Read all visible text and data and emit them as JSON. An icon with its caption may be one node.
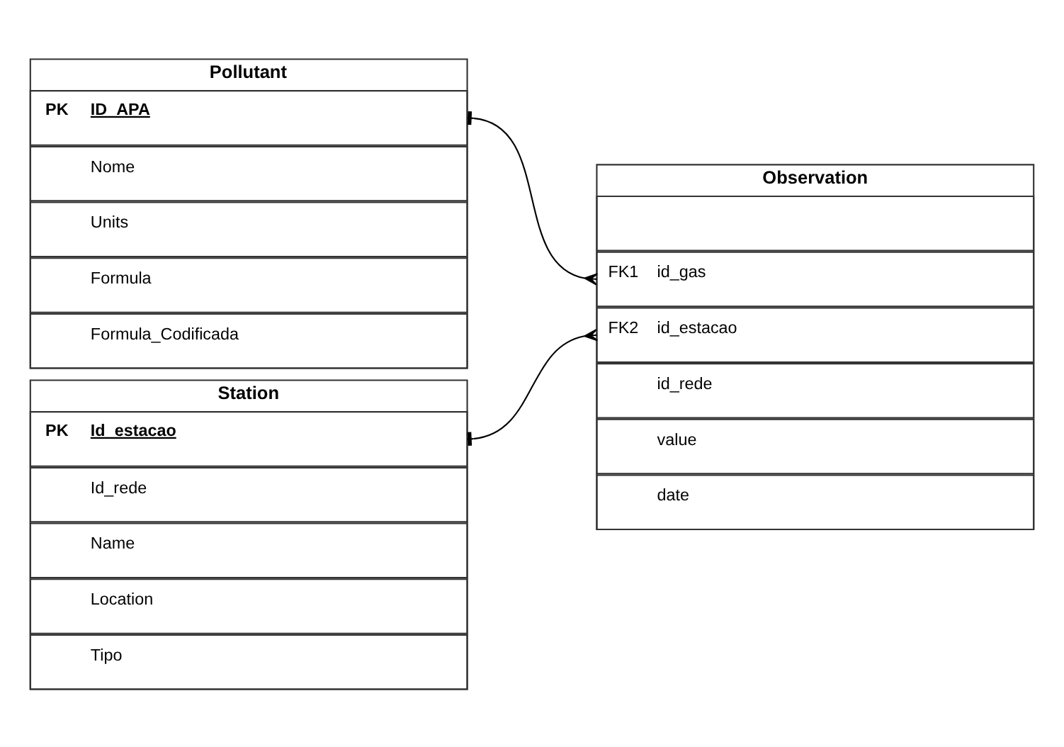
{
  "diagram": {
    "nodes": [
      {
        "text": [
          "Pollutant"
        ]
      },
      {
        "text": [
          "PK",
          "ID_APA"
        ],
        "in": 0
      },
      {
        "text": [
          "Nome"
        ],
        "in": 0
      },
      {
        "text": [
          "Units"
        ],
        "in": 0
      },
      {
        "text": [
          "Formula"
        ],
        "in": 0
      },
      {
        "text": [
          "Formula_Codificada"
        ],
        "in": 0
      },
      {
        "text": [
          "Observation"
        ]
      },
      {
        "text": [],
        "shape": "box",
        "in": 6
      },
      {
        "text": [
          "FK1",
          "id_gas"
        ],
        "in": 6
      },
      {
        "text": [
          "FK2",
          "id_estacao"
        ],
        "in": 6
      },
      {
        "text": [
          "id_rede"
        ],
        "in": 6
      },
      {
        "text": [
          "value"
        ],
        "in": 6
      },
      {
        "text": [
          "date"
        ],
        "in": 6
      },
      {
        "text": [
          "Station"
        ]
      },
      {
        "text": [
          "PK",
          "Id_estacao"
        ],
        "in": 13
      },
      {
        "text": [
          "Id_rede"
        ],
        "in": 13
      },
      {
        "text": [
          "Name"
        ],
        "in": 13
      },
      {
        "text": [
          "Location"
        ],
        "in": 13
      },
      {
        "text": [
          "Tipo"
        ],
        "in": 13
      }
    ],
    "edges": [
      {
        "from": 1,
        "to": 8,
        "arrow": "other"
      },
      {
        "from": 14,
        "to": 9,
        "arrow": "other"
      }
    ]
  }
}
